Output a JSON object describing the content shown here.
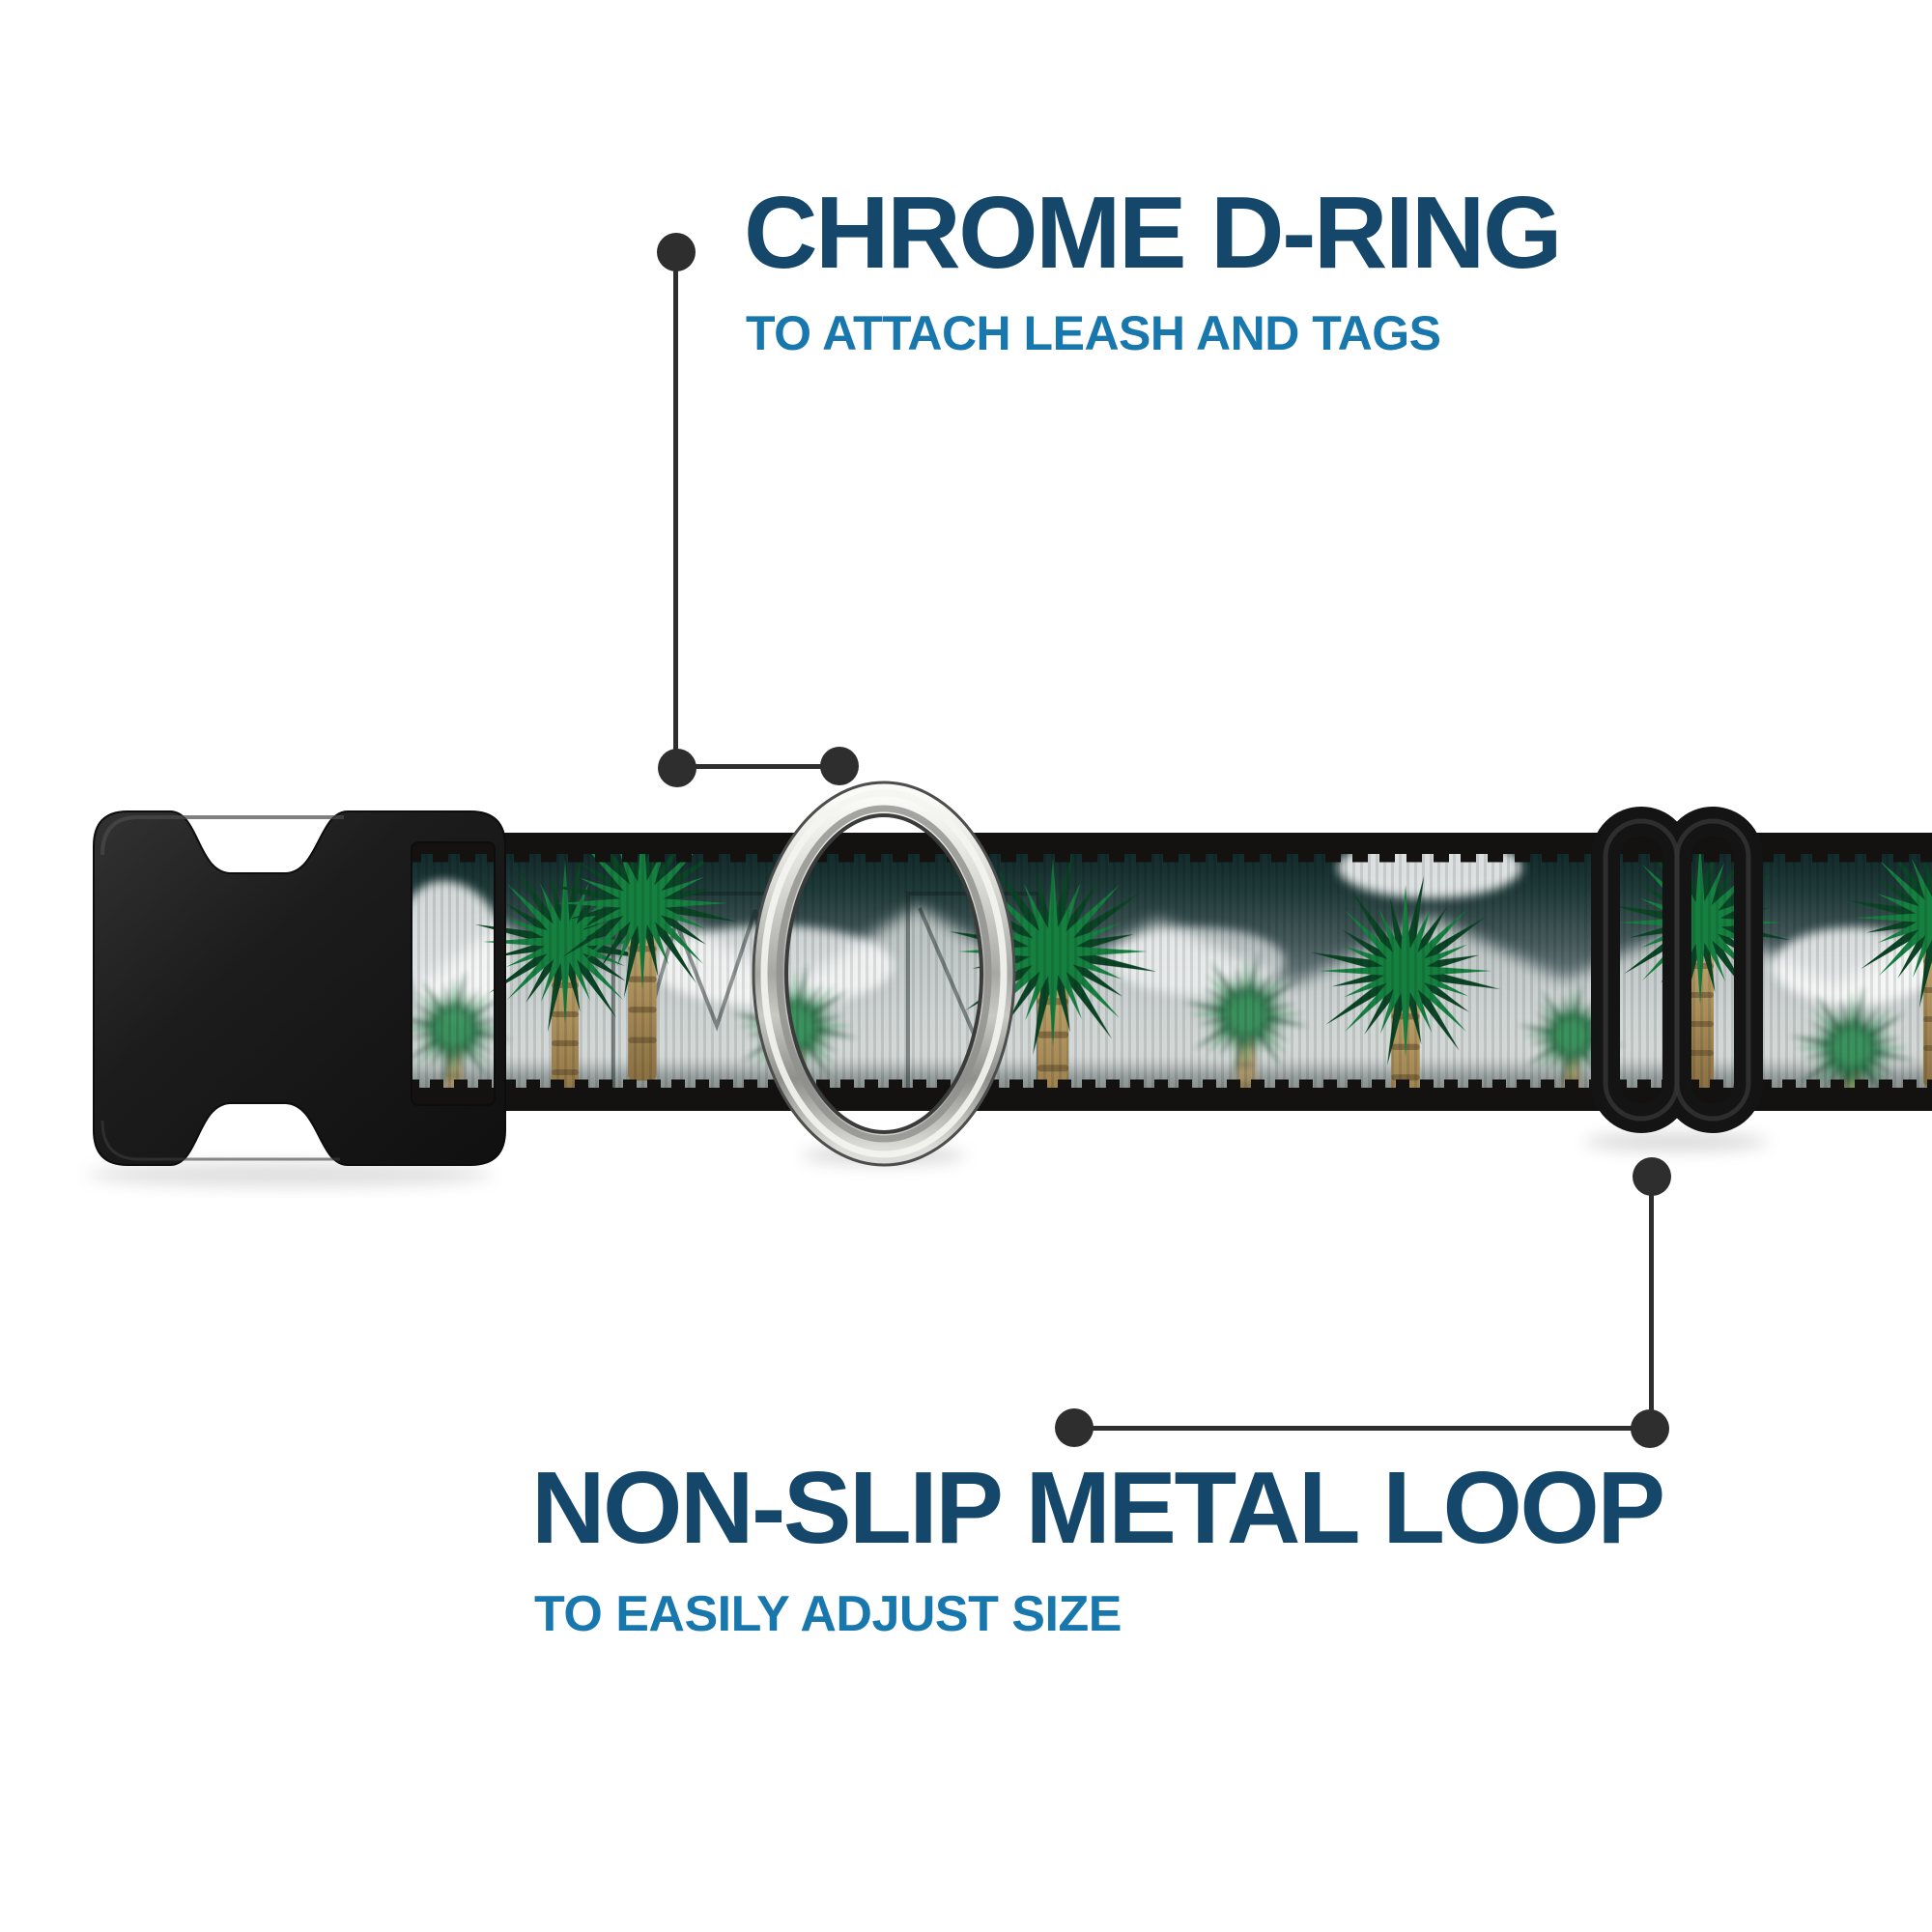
{
  "page": {
    "background": "#ffffff",
    "description": "Adjustable dog collar with palm tree print webbing, black side-release buckle, chrome D-ring and black tri-glide slider, annotated with two feature callouts"
  },
  "callouts": [
    {
      "id": "chrome-d-ring",
      "title": "CHROME D-RING",
      "subtitle": "TO ATTACH LEASH AND TAGS",
      "points_to": "d-ring"
    },
    {
      "id": "non-slip-metal-loop",
      "title": "NON-SLIP METAL LOOP",
      "subtitle": "TO EASILY ADJUST SIZE",
      "points_to": "tri-glide-slider"
    }
  ],
  "colors": {
    "title": "#15476b",
    "subtitle": "#1877ad",
    "callout": "#2e2e2e",
    "buckle": "#1d1d1d",
    "webbing_green": "#15803f",
    "edge_black": "#141210",
    "chrome_light": "#f4f4f1",
    "chrome_dark": "#4c4e4d",
    "trunk_tan": "#b3955e"
  }
}
